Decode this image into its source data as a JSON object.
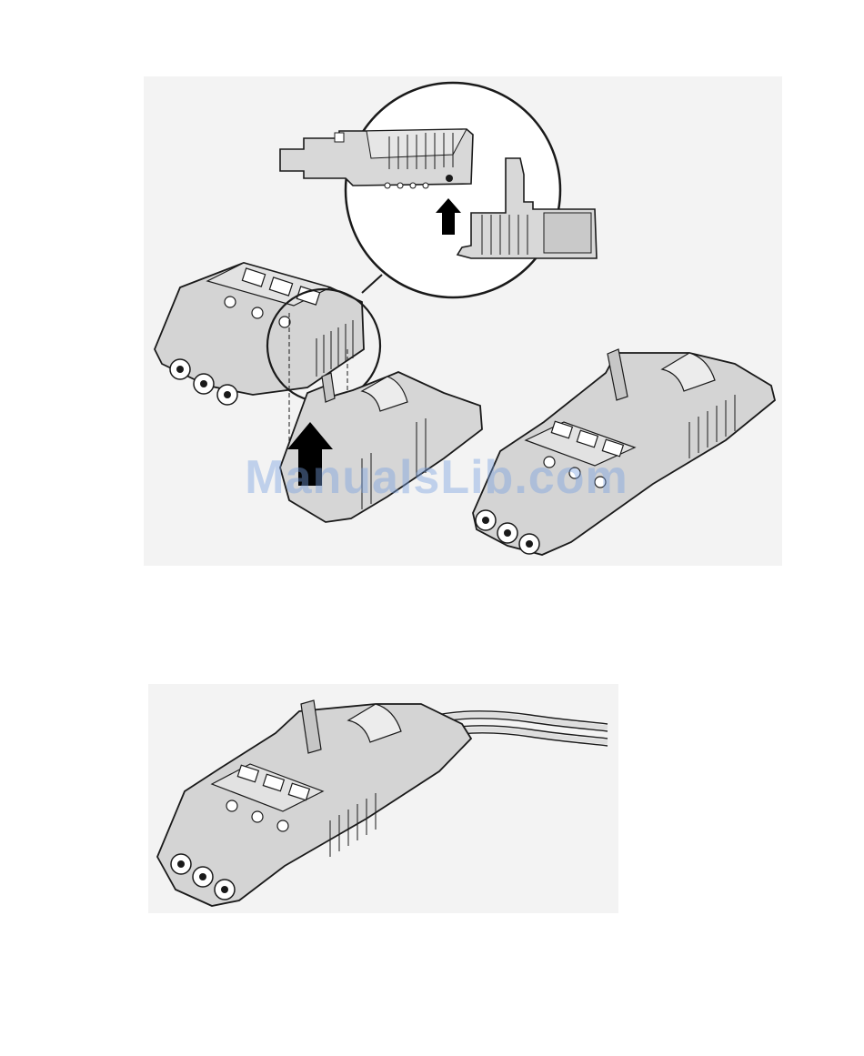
{
  "document": {
    "watermark_text": "ManualsLib.com",
    "figures": [
      {
        "id": "connector-assembly-figure",
        "background": "#f3f3f3"
      },
      {
        "id": "connector-with-wires-figure",
        "background": "#f3f3f3"
      }
    ]
  },
  "colors": {
    "part_fill": "#d6d6d6",
    "part_shade": "#bdbdbd",
    "part_dark": "#9a9a9a",
    "outline": "#1a1a1a",
    "arrow": "#000000",
    "watermark": "#78a0e1"
  }
}
